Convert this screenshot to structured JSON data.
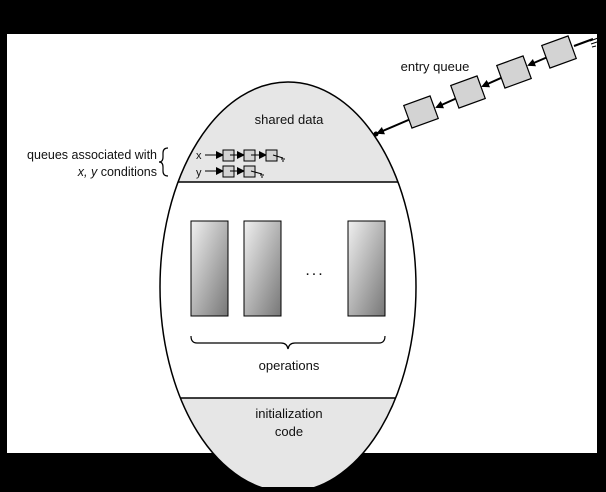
{
  "diagram": {
    "shared_data_label": "shared data",
    "entry_queue_label": "entry queue",
    "queues_label_line1": "queues associated with",
    "queues_label_line2_x": "x,",
    "queues_label_line2_y": "y",
    "queues_label_line2_rest": " conditions",
    "x_label": "x",
    "y_label": "y",
    "ellipsis": "...",
    "operations_label": "operations",
    "init_label_line1": "initialization",
    "init_label_line2": "code"
  },
  "colors": {
    "frame": "#000000",
    "page": "#ffffff",
    "section_fill": "#e6e6e6",
    "queue_box": "#d3d3d3",
    "operation_dark": "#7a7a7a",
    "operation_light": "#f0f0f0"
  }
}
